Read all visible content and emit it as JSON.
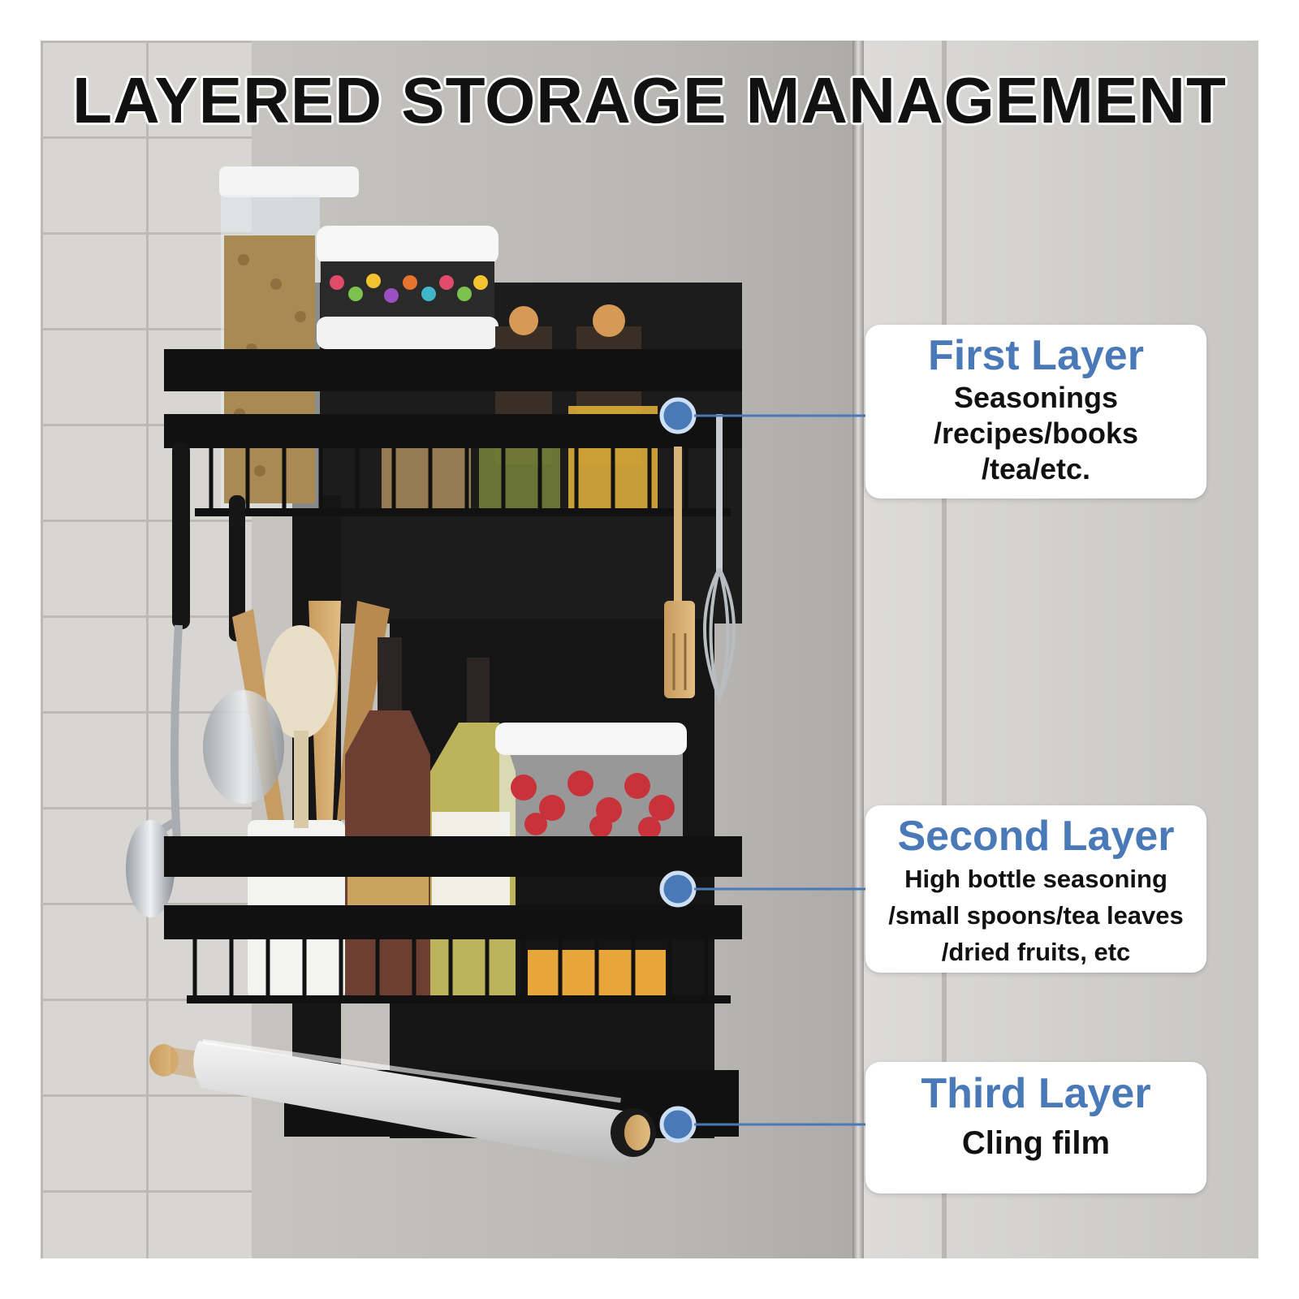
{
  "title": "LAYERED STORAGE MANAGEMENT",
  "accent_color": "#4a79b8",
  "callouts": [
    {
      "heading": "First Layer",
      "lines": [
        "Seasonings",
        "/recipes/books",
        "/tea/etc."
      ]
    },
    {
      "heading": "Second Layer",
      "lines": [
        "High bottle seasoning",
        "/small spoons/tea leaves",
        "/dried fruits, etc"
      ]
    },
    {
      "heading": "Third Layer",
      "lines": [
        "Cling film"
      ]
    }
  ]
}
